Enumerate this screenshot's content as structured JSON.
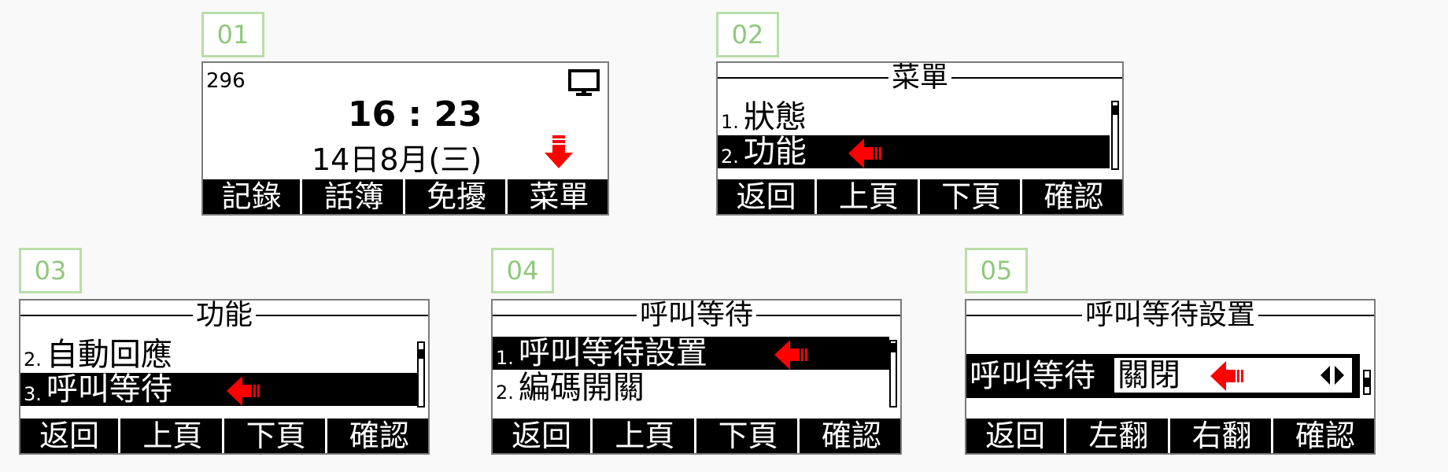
{
  "steps": [
    {
      "badge": "01",
      "account": "296",
      "time": "16 : 23",
      "date": "14日8月(三)",
      "softkeys": [
        "記錄",
        "話簿",
        "免擾",
        "菜單"
      ]
    },
    {
      "badge": "02",
      "title": "菜單",
      "rows": [
        {
          "num": "1.",
          "label": "狀態"
        },
        {
          "num": "2.",
          "label": "功能"
        }
      ],
      "softkeys": [
        "返回",
        "上頁",
        "下頁",
        "確認"
      ]
    },
    {
      "badge": "03",
      "title": "功能",
      "rows": [
        {
          "num": "2.",
          "label": "自動回應"
        },
        {
          "num": "3.",
          "label": "呼叫等待"
        }
      ],
      "softkeys": [
        "返回",
        "上頁",
        "下頁",
        "確認"
      ]
    },
    {
      "badge": "04",
      "title": "呼叫等待",
      "rows": [
        {
          "num": "1.",
          "label": "呼叫等待設置"
        },
        {
          "num": "2.",
          "label": "編碼開關"
        }
      ],
      "softkeys": [
        "返回",
        "上頁",
        "下頁",
        "確認"
      ]
    },
    {
      "badge": "05",
      "title": "呼叫等待設置",
      "field_label": "呼叫等待",
      "field_value": "關閉",
      "softkeys": [
        "返回",
        "左翻",
        "右翻",
        "確認"
      ]
    }
  ],
  "colors": {
    "badge_border": "#b9dea8",
    "badge_text": "#8fc87c",
    "arrow": "#ff0000"
  },
  "icons": [
    "monitor-icon",
    "arrow-down-icon",
    "arrow-left-icon",
    "left-right-arrows-icon"
  ]
}
